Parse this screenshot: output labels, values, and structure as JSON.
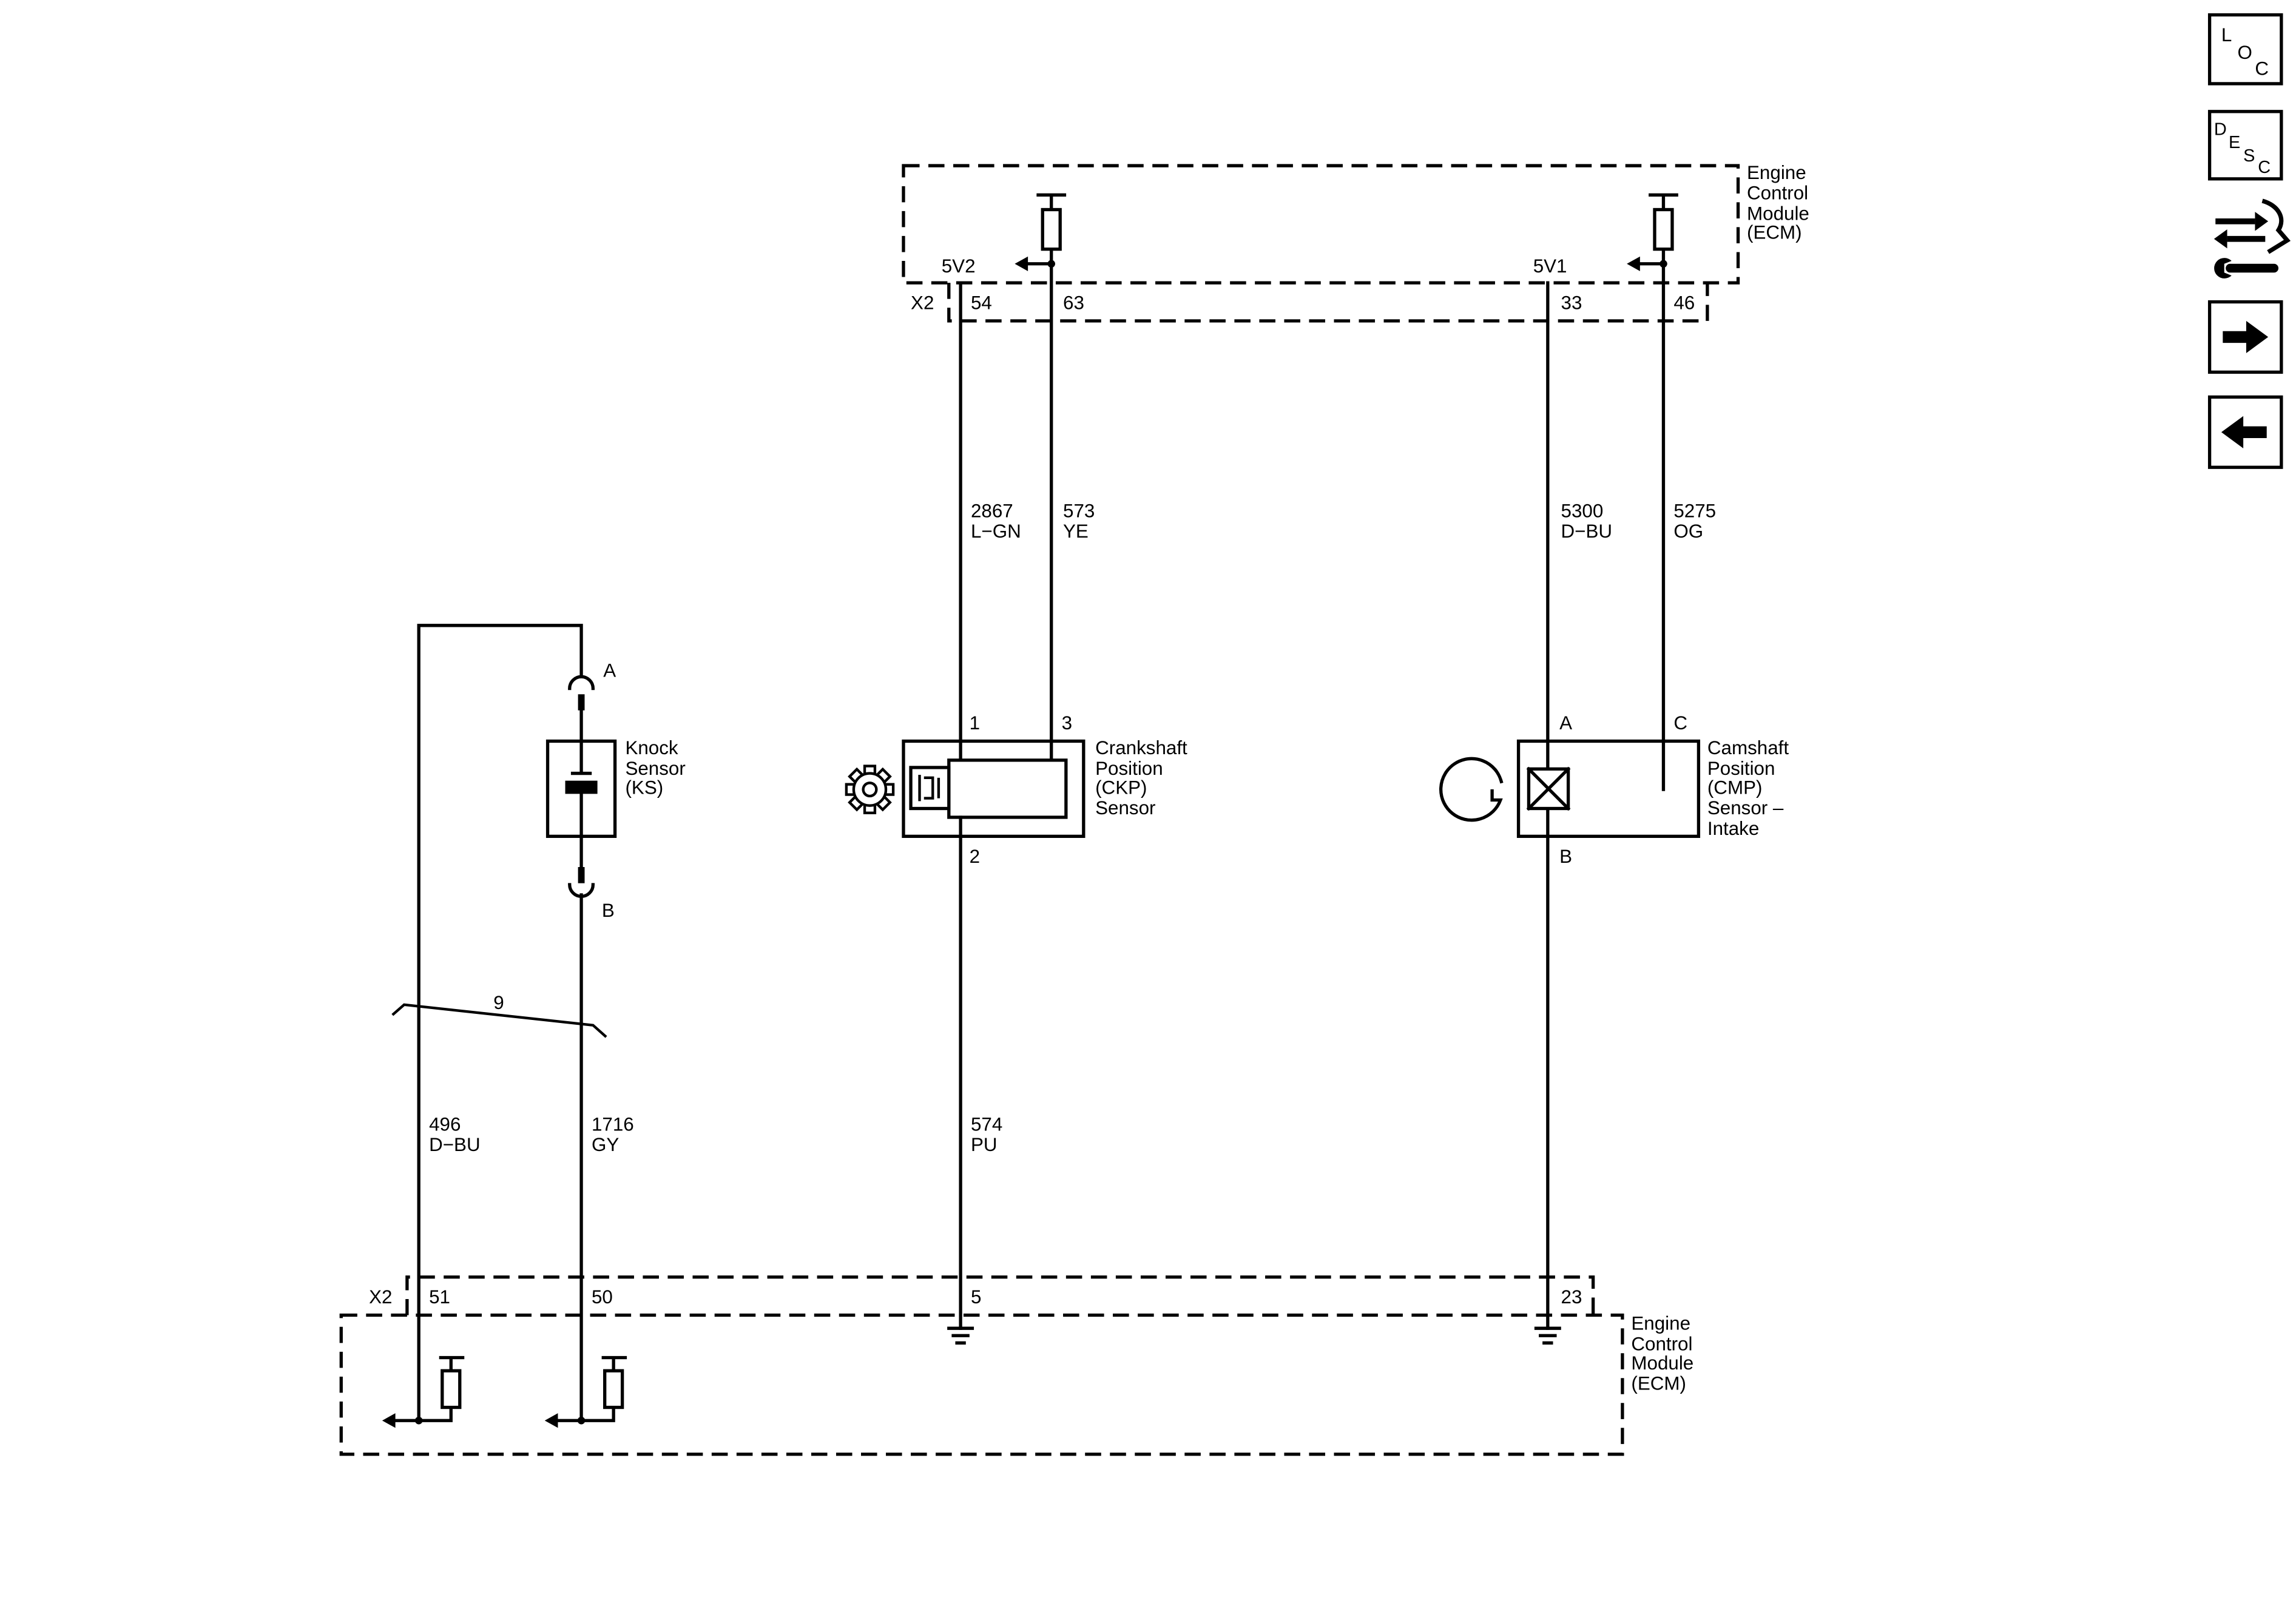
{
  "nav": {
    "loc": {
      "icon": "location-icon",
      "letters": [
        "L",
        "O",
        "C"
      ]
    },
    "desc": {
      "icon": "description-icon",
      "letters": [
        "D",
        "E",
        "S",
        "C"
      ]
    },
    "tools_icon": "connector-repair-icon",
    "next_icon": "arrow-right-icon",
    "prev_icon": "arrow-left-icon"
  },
  "modules": {
    "top": [
      "Engine",
      "Control",
      "Module",
      "(ECM)"
    ],
    "bottom": [
      "Engine",
      "Control",
      "Module",
      "(ECM)"
    ]
  },
  "connectors": {
    "top": {
      "name": "X2",
      "pins": [
        "54",
        "63",
        "33",
        "46"
      ],
      "supplies": [
        "5V2",
        "5V1"
      ]
    },
    "bottom": {
      "name": "X2",
      "pins": [
        "51",
        "50",
        "5",
        "23"
      ]
    }
  },
  "wires": [
    {
      "circuit": "2867",
      "color": "L−GN"
    },
    {
      "circuit": "573",
      "color": "YE"
    },
    {
      "circuit": "5300",
      "color": "D−BU"
    },
    {
      "circuit": "5275",
      "color": "OG"
    },
    {
      "circuit": "496",
      "color": "D−BU"
    },
    {
      "circuit": "1716",
      "color": "GY"
    },
    {
      "circuit": "574",
      "color": "PU"
    }
  ],
  "components": {
    "knock_sensor": {
      "label": [
        "Knock",
        "Sensor",
        "(KS)"
      ],
      "pins": [
        "A",
        "B"
      ],
      "icon": "piezo-element-icon"
    },
    "ckp_sensor": {
      "label": [
        "Crankshaft",
        "Position",
        "(CKP)",
        "Sensor"
      ],
      "pins": [
        "1",
        "3",
        "2"
      ],
      "icon": "gear-icon"
    },
    "cmp_sensor": {
      "label": [
        "Camshaft",
        "Position",
        "(CMP)",
        "Sensor –",
        "Intake"
      ],
      "pins": [
        "A",
        "C",
        "B"
      ],
      "icon": "reluctor-wheel-icon"
    }
  },
  "twisted_pair": {
    "label": "9"
  },
  "colors": {
    "ink": "#000000",
    "background": "#ffffff"
  }
}
